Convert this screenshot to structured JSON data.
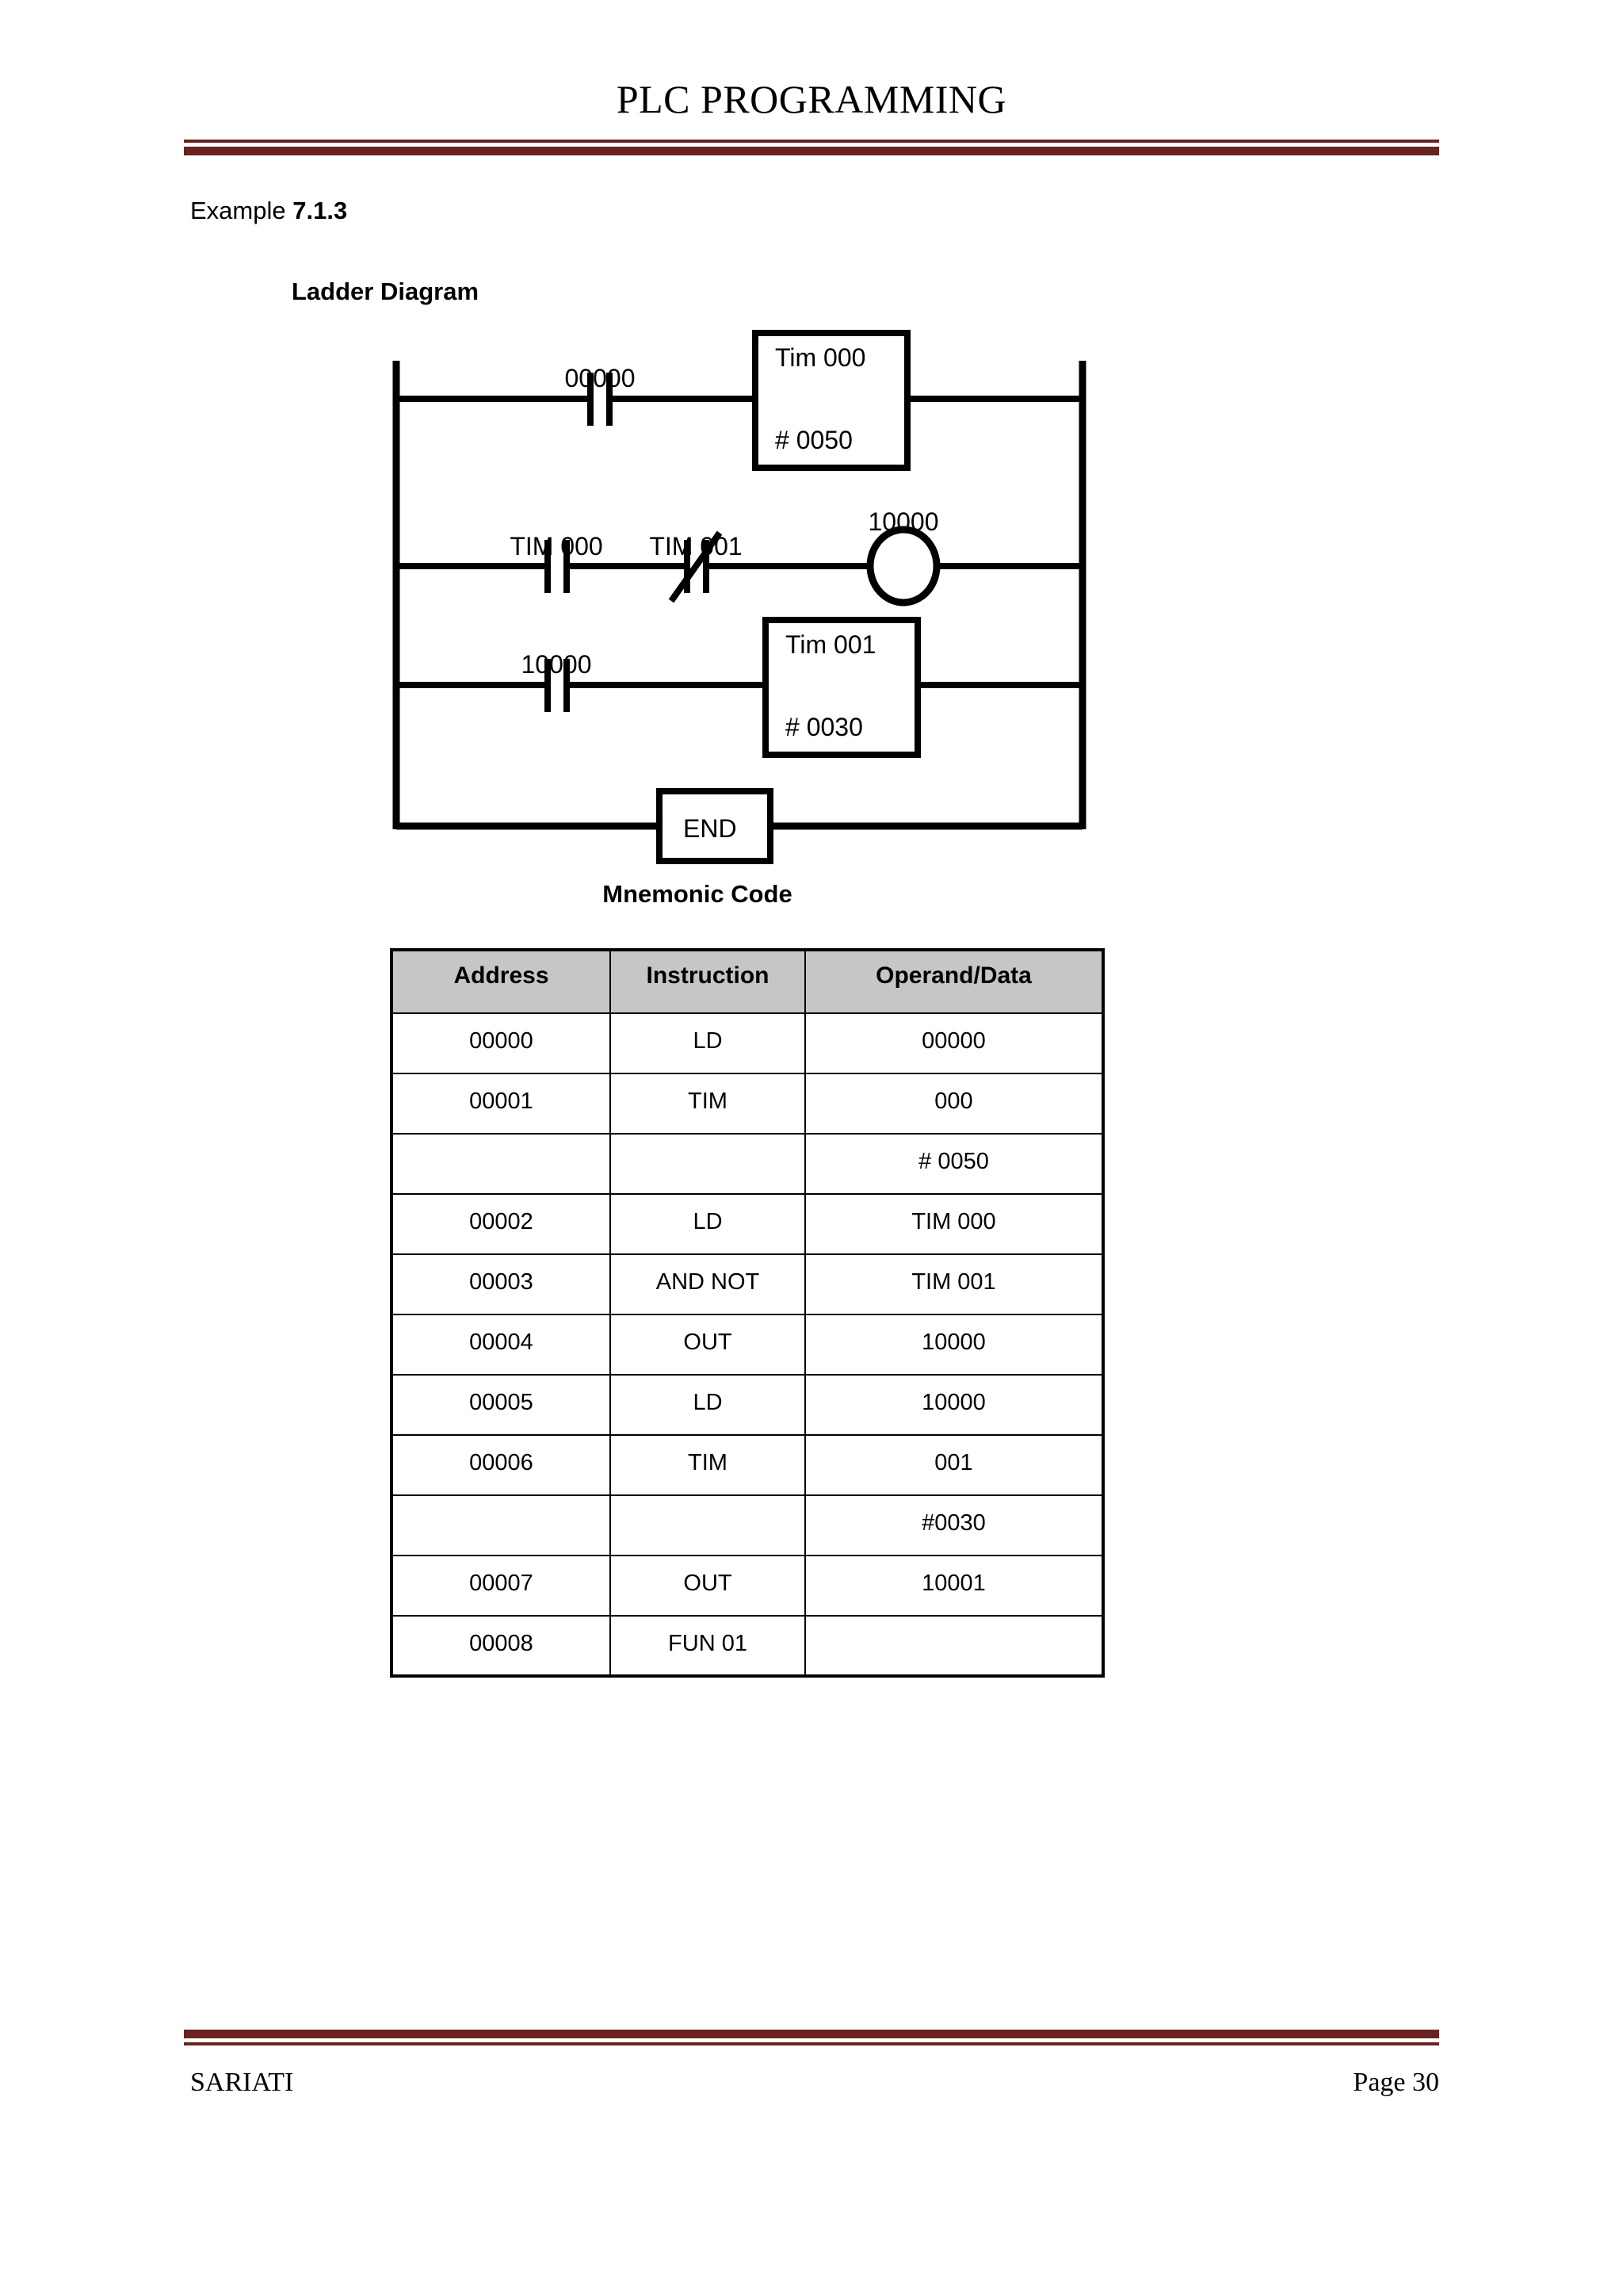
{
  "header": {
    "title": "PLC PROGRAMMING",
    "rule_color": "#69221f"
  },
  "body": {
    "example_label": "Example",
    "example_number": "7.1.3",
    "ladder_heading": "Ladder Diagram",
    "mnemonic_heading": "Mnemonic Code"
  },
  "ladder_diagram": {
    "rungs": [
      {
        "contacts": [
          {
            "label": "00000",
            "type": "normally-open"
          }
        ],
        "output": {
          "kind": "timer-box",
          "line1": "Tim 000",
          "line2": "# 0050"
        }
      },
      {
        "contacts": [
          {
            "label": "TIM 000",
            "type": "normally-open"
          },
          {
            "label": "TIM 001",
            "type": "normally-closed"
          }
        ],
        "output": {
          "kind": "coil",
          "label": "10000"
        }
      },
      {
        "contacts": [
          {
            "label": "10000",
            "type": "normally-open"
          }
        ],
        "output": {
          "kind": "timer-box",
          "line1": "Tim 001",
          "line2": "# 0030"
        }
      },
      {
        "contacts": [],
        "output": {
          "kind": "end-box",
          "label": "END"
        }
      }
    ]
  },
  "mnemonic_table": {
    "headers": [
      "Address",
      "Instruction",
      "Operand/Data"
    ],
    "header_bg": "#c6c6c6",
    "rows": [
      {
        "address": "00000",
        "instruction": "LD",
        "operand": "00000"
      },
      {
        "address": "00001",
        "instruction": "TIM",
        "operand": "000"
      },
      {
        "address": "",
        "instruction": "",
        "operand": "# 0050"
      },
      {
        "address": "00002",
        "instruction": "LD",
        "operand": "TIM 000"
      },
      {
        "address": "00003",
        "instruction": "AND NOT",
        "operand": "TIM 001"
      },
      {
        "address": "00004",
        "instruction": "OUT",
        "operand": "10000"
      },
      {
        "address": "00005",
        "instruction": "LD",
        "operand": "10000"
      },
      {
        "address": "00006",
        "instruction": "TIM",
        "operand": "001"
      },
      {
        "address": "",
        "instruction": "",
        "operand": "#0030"
      },
      {
        "address": "00007",
        "instruction": "OUT",
        "operand": "10001"
      },
      {
        "address": "00008",
        "instruction": "FUN 01",
        "operand": ""
      }
    ]
  },
  "footer": {
    "author": "SARIATI",
    "page": "Page 30",
    "rule_color": "#69221f"
  }
}
